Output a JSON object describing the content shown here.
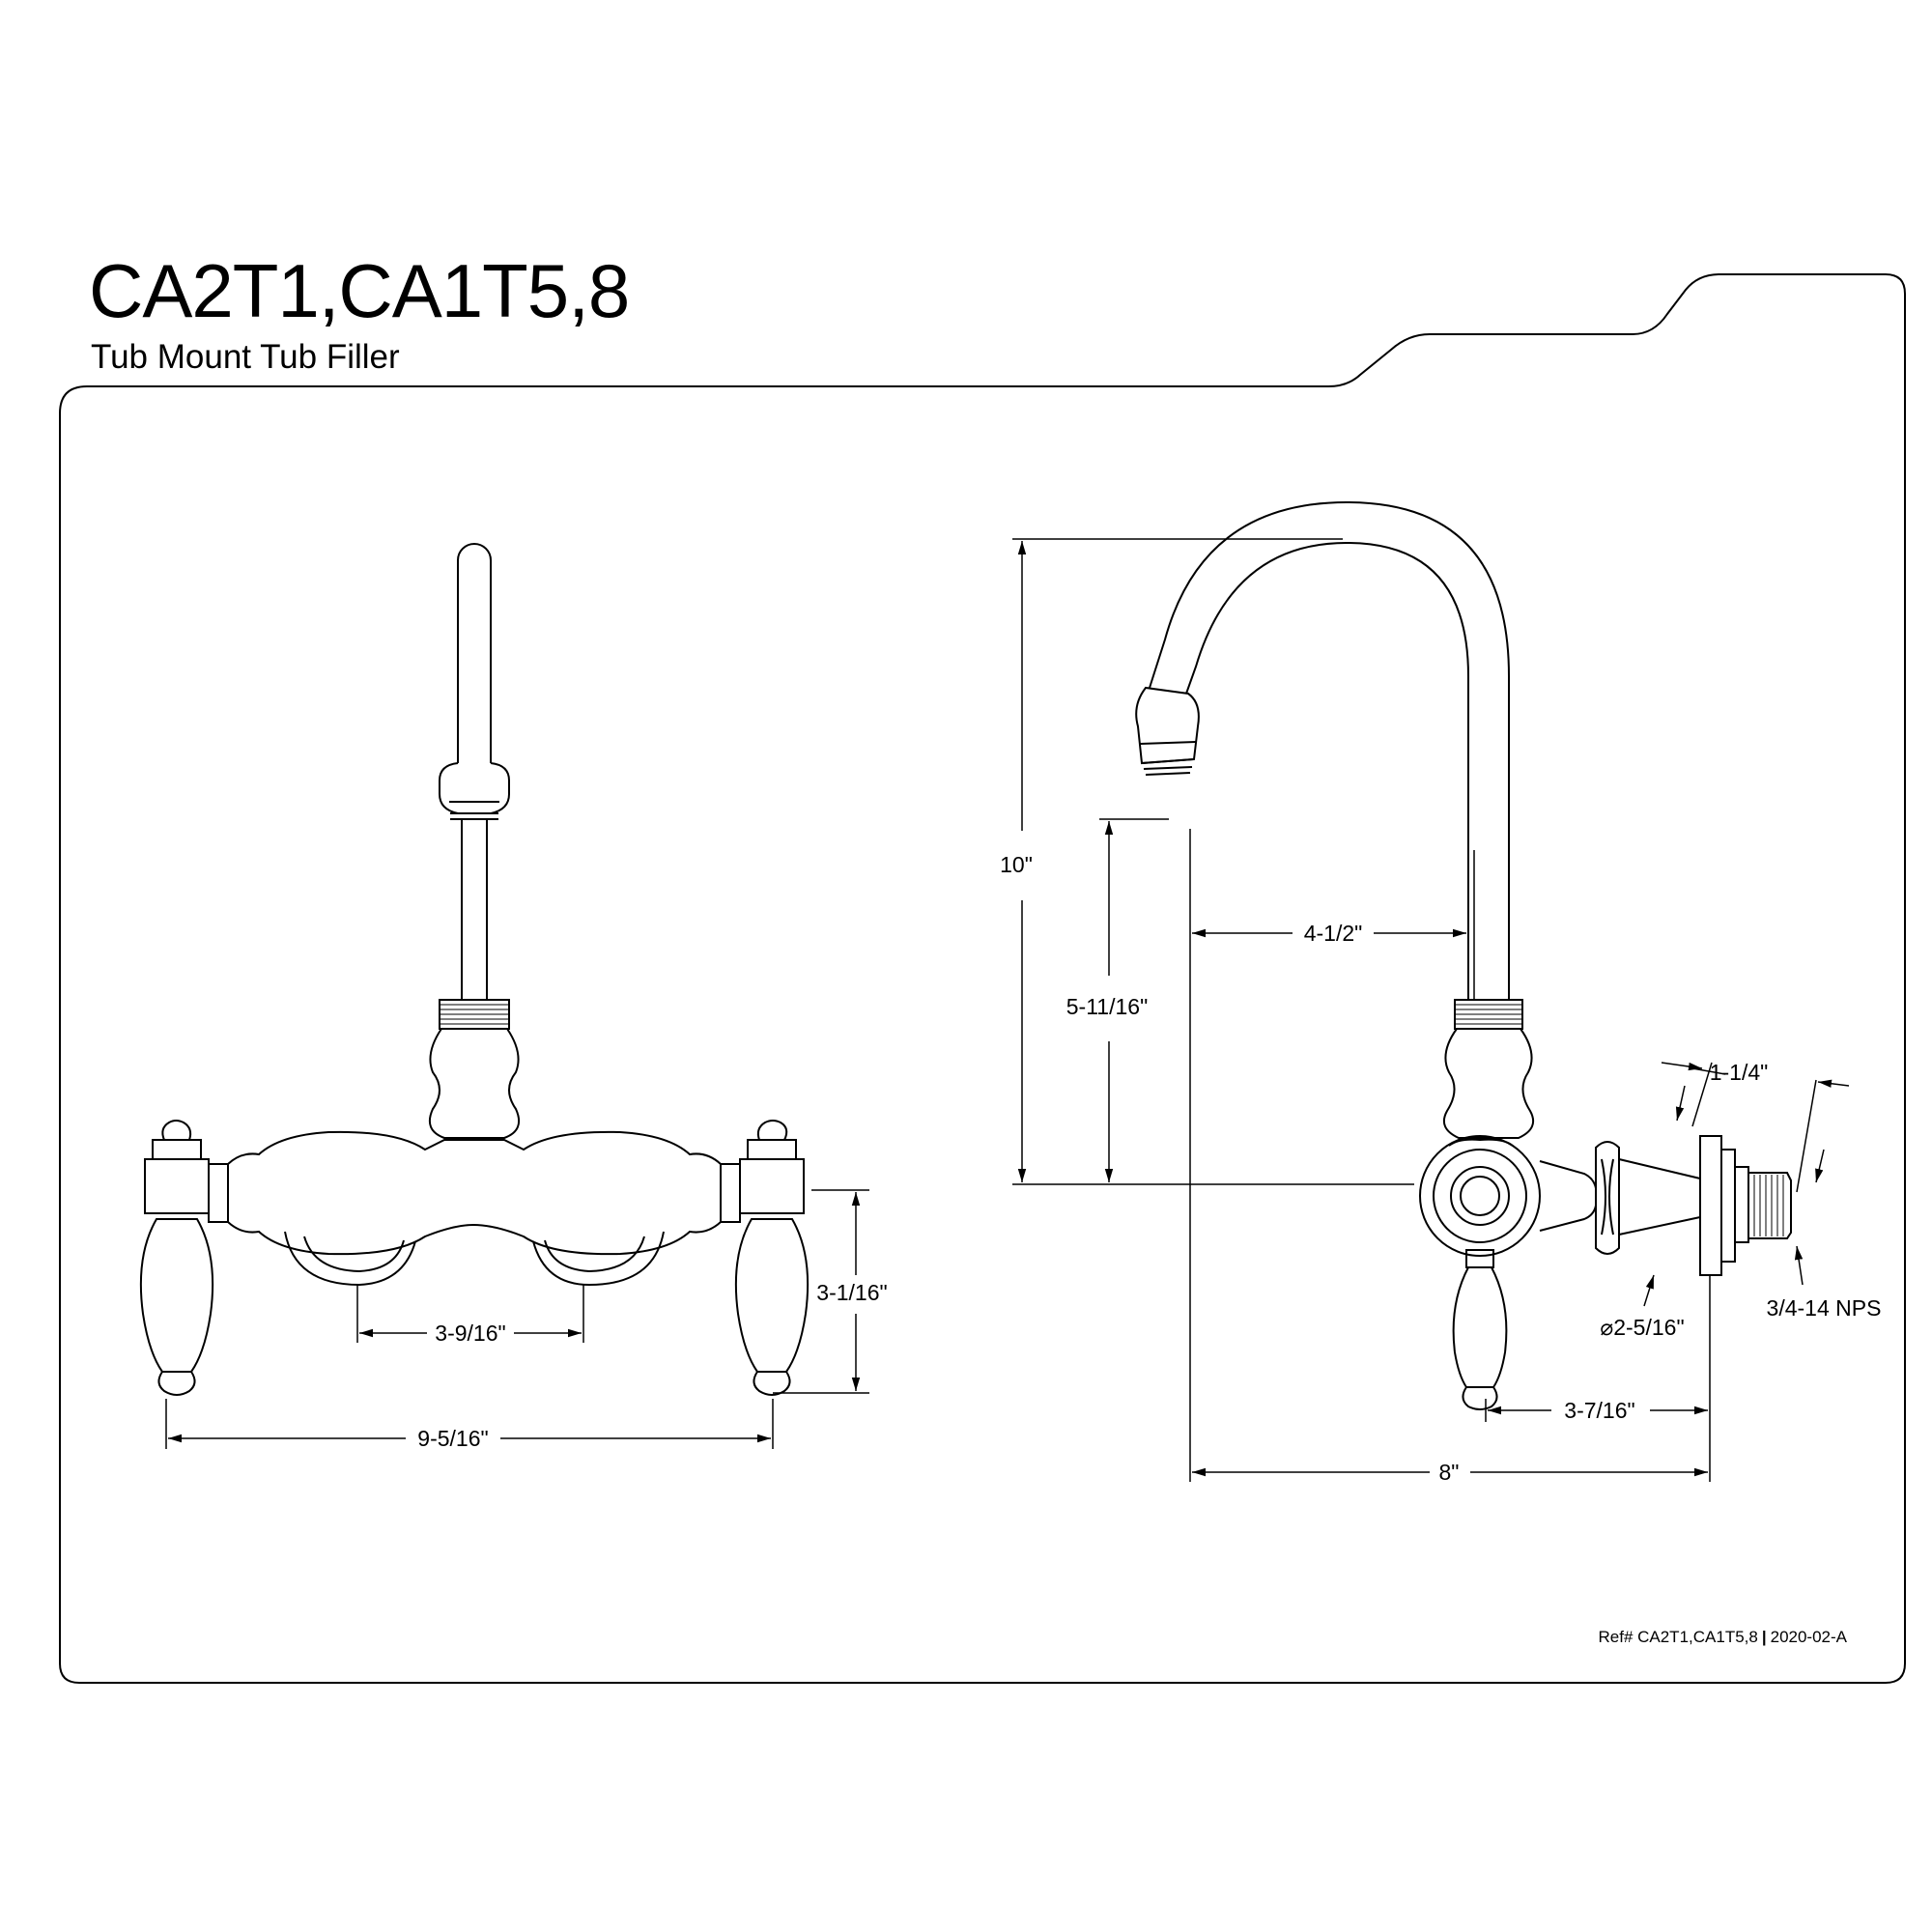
{
  "header": {
    "title": "CA2T1,CA1T5,8",
    "subtitle": "Tub Mount Tub Filler"
  },
  "front_view": {
    "dims": {
      "handle_height": "3-1/16\"",
      "inlet_spacing": "3-9/16\"",
      "overall_width": "9-5/16\""
    }
  },
  "side_view": {
    "dims": {
      "overall_height": "10\"",
      "spout_height": "5-11/16\"",
      "spout_reach": "4-1/2\"",
      "shank_length": "1-1/4\"",
      "flange_diameter": "⌀2-5/16\"",
      "thread": "3/4-14 NPS",
      "body_to_flange": "3-7/16\"",
      "overall_depth": "8\""
    }
  },
  "footer": {
    "ref": "Ref# CA2T1,CA1T5,8",
    "separator": "|",
    "revision": "2020-02-A"
  }
}
